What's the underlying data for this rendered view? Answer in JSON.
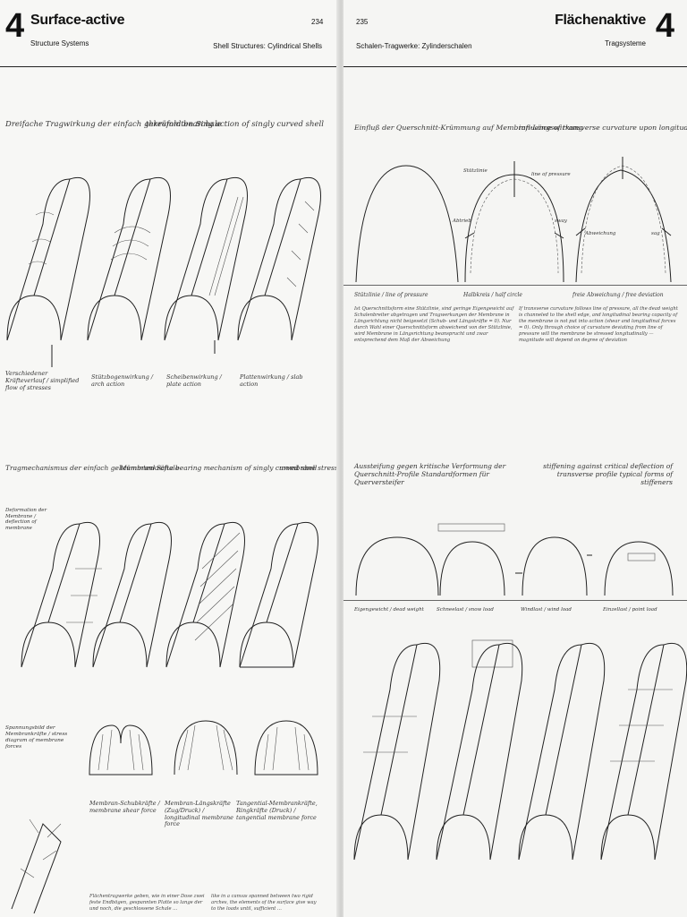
{
  "left_page": {
    "chapter_number": "4",
    "chapter_title": "Surface-active",
    "chapter_subtitle": "Structure Systems",
    "page_number": "234",
    "running_head": "Shell Structures: Cylindrical Shells",
    "section1": {
      "title_de": "Dreifache Tragwirkung der einfach gekrümmten Schale",
      "title_en": "threefold bearing action of singly curved shell",
      "captions": [
        "Verschiedener Kräfteverlauf / simplified flow of stresses",
        "Stützbogenwirkung / arch action",
        "Scheibenwirkung / plate action",
        "Plattenwirkung / slab action"
      ]
    },
    "section2": {
      "title_de": "Tragmechanismus der einfach gekrümmten Schale",
      "title_de2": "Membrankräfte",
      "title_en": "bearing mechanism of singly curved shell",
      "title_en2": "membrane stresses",
      "side_note": "Deformation der Membrane / deflection of membrane",
      "diagram_caption": "Spannungsbild der Membrankräfte / stress diagram of membrane forces",
      "captions": [
        "Membran-Schubkräfte / membrane shear force",
        "Membran-Längskräfte (Zug/Druck) / longitudinal membrane force",
        "Tangential-Membrankräfte, Ringkräfte (Druck) / tangential membrane force"
      ],
      "para1": "Flächentragwerke geben, wie in einer Dose zwei feste Endbögen, gespannten Platte so lange der und noch, die geschlossene Schale ...",
      "para2": "like in a canvas spanned between two rigid arches, the elements of the surface give way to the loads until, sufficient ..."
    }
  },
  "right_page": {
    "chapter_number": "4",
    "chapter_title": "Flächenaktive",
    "chapter_subtitle": "Tragsysteme",
    "page_number": "235",
    "running_head": "Schalen-Tragwerke: Zylinderschalen",
    "section1": {
      "title_de": "Einfluß der Querschnitt-Krümmung auf Membran-Längswirkung",
      "title_en": "influence of transverse curvature upon longitudinal membrane action",
      "labels": {
        "stuetzlinie": "Stützlinie",
        "line_of_pressure": "line of pressure",
        "abtrieb": "Abtrieb",
        "sway": "sway",
        "abweichung": "Abweichung",
        "sag": "sag"
      },
      "captions": [
        "Stützlinie / line of pressure",
        "Halbkreis / half circle",
        "freie Abweichung / free deviation"
      ],
      "para_de": "Ist Querschnittsform eine Stützlinie, sind geringe Eigengewicht auf Schalenbreiter abgetragen und Tragwerkungen der Membrane in Längsrichtung nicht beigesetzt (Schub- und Längskräfte = 0). Nur durch Wahl einer Querschnittsform abweichend von der Stützlinie, wird Membrane in Längsrichtung beansprucht und zwar entsprechend dem Maß der Abweichung",
      "para_en": "If transverse curvature follows line of pressure, all the dead weight is channeled to the shell edge, and longitudinal bearing capacity of the membrane is not put into action (shear and longitudinal forces = 0). Only through choice of curvature deviating from line of pressure will the membrane be stressed longitudinally — magnitude will depend on degree of deviation"
    },
    "section2": {
      "title_de": "Aussteifung gegen kritische Verformung der Querschnitt-Profile Standardformen für Querversteifer",
      "title_en": "stiffening against critical deflection of transverse profile typical forms of stiffeners",
      "load_captions": [
        "Eigengewicht / dead weight",
        "Schneelast / snow load",
        "Windlast / wind load",
        "Einzellast / point load"
      ]
    }
  }
}
